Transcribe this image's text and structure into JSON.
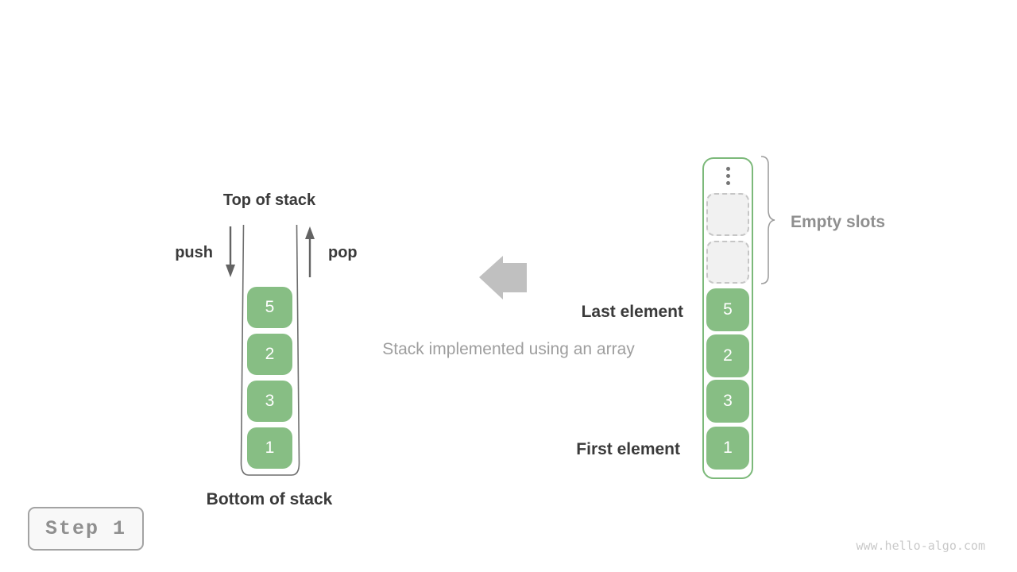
{
  "figure": {
    "caption": "Stack implemented using an array"
  },
  "left_stack": {
    "title": "Top of stack",
    "bottom_label": "Bottom of stack",
    "push_label": "push",
    "pop_label": "pop",
    "elements": [
      "5",
      "2",
      "3",
      "1"
    ]
  },
  "right_array": {
    "elements": [
      "5",
      "2",
      "3",
      "1"
    ],
    "empty_slot_count": 2,
    "empty_slots_label": "Empty slots",
    "last_element_label": "Last element",
    "first_element_label": "First element"
  },
  "footer": {
    "step_label": "Step 1",
    "watermark": "www.hello-algo.com"
  },
  "colors": {
    "element_green": "#87BE84",
    "array_border_green": "#7CB97A",
    "slot_bg": "#F1F1F1",
    "slot_border": "#C6C6C6",
    "wall_gray": "#6E6E6E",
    "arrow_dark": "#636363",
    "arrow_light": "#C0C0C0",
    "text_dark": "#3A3A3A",
    "text_gray": "#9E9E9E",
    "label_gray": "#8F8F8F",
    "step_border": "#A3A3A3",
    "step_text": "#8F8F8F",
    "step_bg": "#F8F8F8",
    "watermark_gray": "#C9C9C9"
  }
}
